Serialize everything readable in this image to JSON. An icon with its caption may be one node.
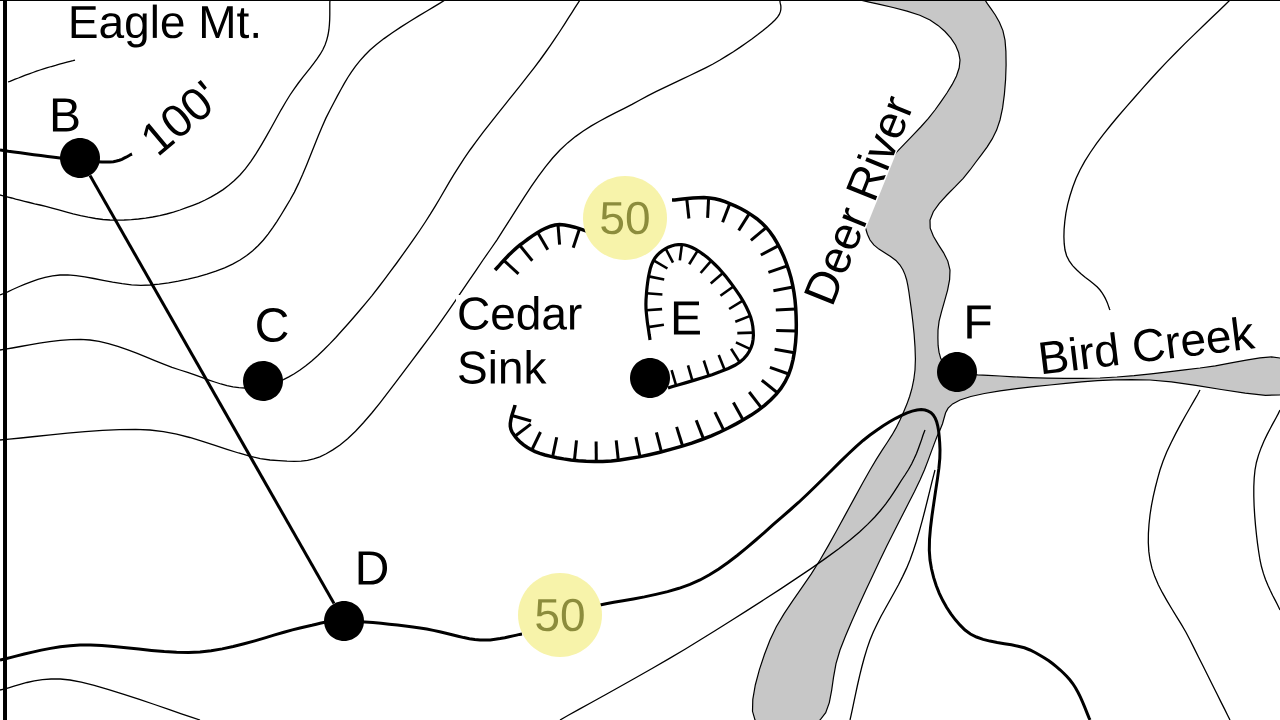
{
  "diagram": {
    "nodes": [
      {
        "text": [],
        "shape": "circle",
        "beside": [
          "B"
        ]
      },
      {
        "text": [],
        "shape": "circle",
        "beside": [
          "C"
        ]
      },
      {
        "text": [],
        "shape": "circle",
        "beside": [
          "D"
        ]
      },
      {
        "text": [],
        "shape": "circle",
        "beside": [
          "E"
        ]
      },
      {
        "text": [],
        "shape": "circle",
        "beside": [
          "F"
        ]
      }
    ],
    "edges": [
      {
        "from": 0,
        "to": 2,
        "arrow": "none"
      }
    ],
    "labels": [
      "Eagle Mt.",
      "100'",
      "50",
      "Cedar Sink",
      "Deer River",
      "Bird Creek",
      "50"
    ]
  }
}
